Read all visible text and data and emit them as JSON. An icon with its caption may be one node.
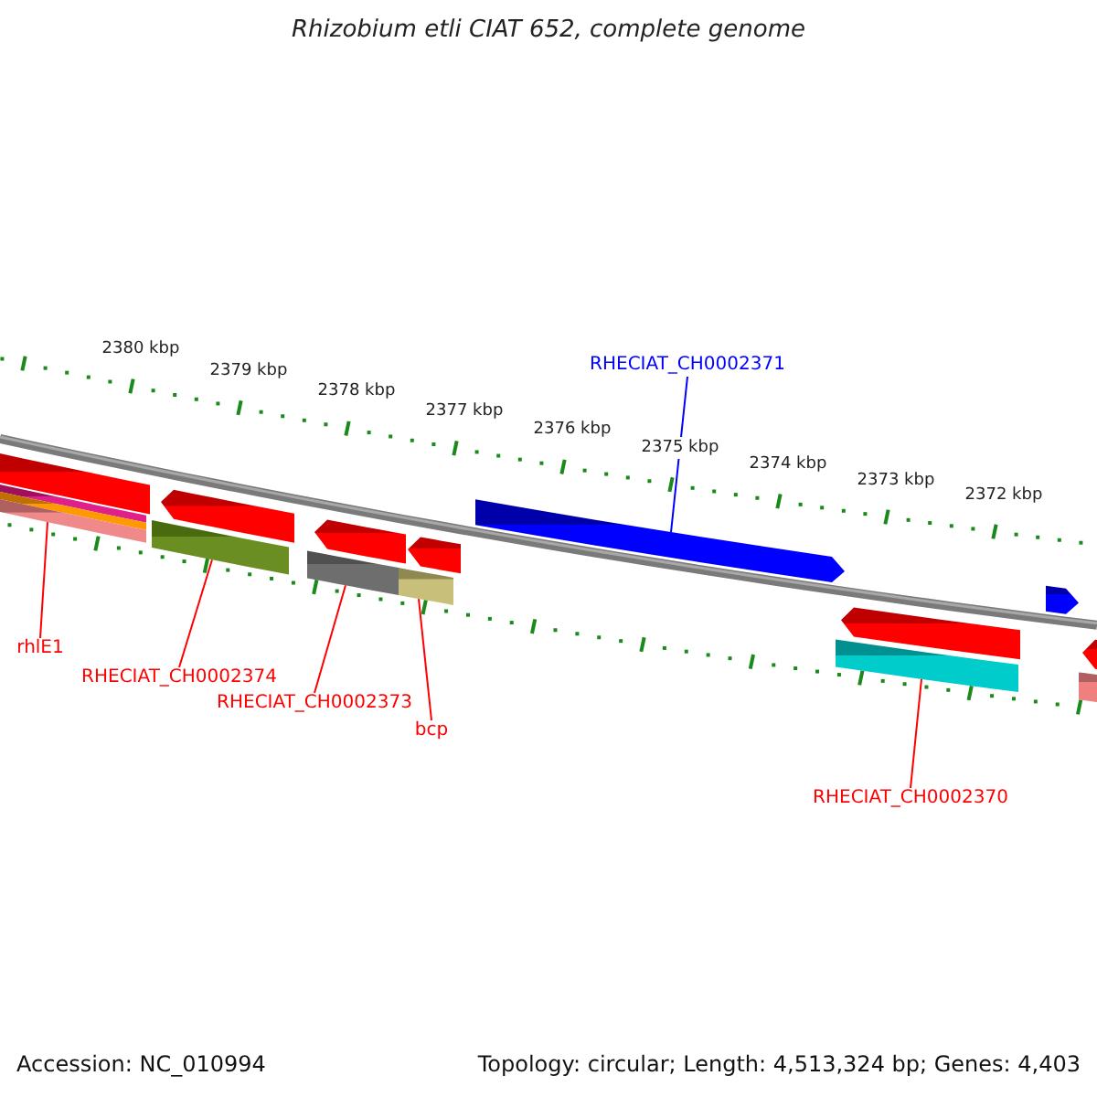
{
  "diagram": {
    "title": "Rhizobium etli CIAT 652, complete genome",
    "nodes": [
      {
        "text": [],
        "shape": "bar"
      },
      {
        "text": [],
        "shape": "bar"
      },
      {
        "text": [
          "rhlE1"
        ]
      },
      {
        "text": [],
        "shape": "arrow"
      },
      {
        "text": [],
        "shape": "bar"
      },
      {
        "text": [
          "RHECIAT_CH0002374"
        ]
      },
      {
        "text": [],
        "shape": "arrow"
      },
      {
        "text": [],
        "shape": "bar"
      },
      {
        "text": [
          "RHECIAT_CH0002373"
        ]
      },
      {
        "text": [],
        "shape": "arrow"
      },
      {
        "text": [],
        "shape": "bar"
      },
      {
        "text": [
          "bcp"
        ]
      },
      {
        "text": [],
        "shape": "arrow"
      },
      {
        "text": [
          "RHECIAT_CH0002371"
        ]
      },
      {
        "text": [],
        "shape": "arrow"
      },
      {
        "text": [],
        "shape": "bar"
      },
      {
        "text": [
          "RHECIAT_CH0002370"
        ]
      },
      {
        "text": [],
        "shape": "arrow"
      },
      {
        "text": [],
        "shape": "arrow"
      },
      {
        "text": [],
        "shape": "bar"
      }
    ],
    "edges": [
      {
        "from": 2,
        "to": 1,
        "arrow": "none"
      },
      {
        "from": 5,
        "to": 4,
        "arrow": "none"
      },
      {
        "from": 8,
        "to": 7,
        "arrow": "none"
      },
      {
        "from": 11,
        "to": 10,
        "arrow": "none"
      },
      {
        "from": 13,
        "to": 12,
        "arrow": "none",
        "color": "#0000ff"
      },
      {
        "from": 16,
        "to": 15,
        "arrow": "none"
      }
    ],
    "labels": [
      "2380 kbp",
      "2379 kbp",
      "2378 kbp",
      "2377 kbp",
      "2376 kbp",
      "2375 kbp",
      "2374 kbp",
      "2373 kbp",
      "2372 kbp",
      "Accession: NC_010994",
      "Topology: circular; Length: 4,513,324 bp; Genes: 4,403"
    ]
  }
}
